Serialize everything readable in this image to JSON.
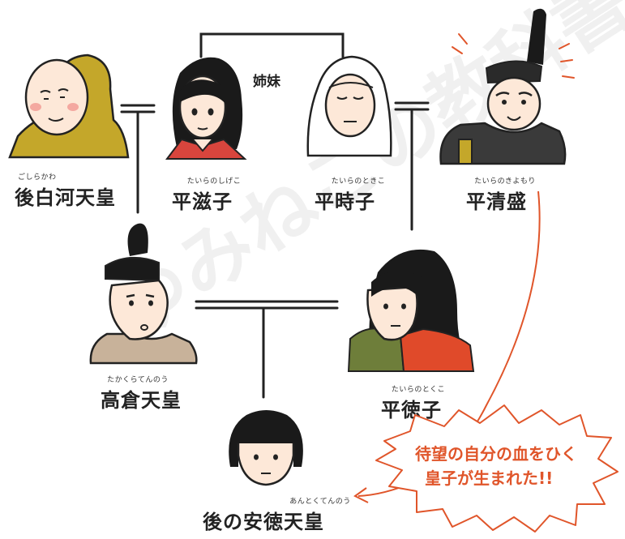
{
  "watermark": "ゆみねこの教科書",
  "sisters_label": "姉妹",
  "speech_bubble": {
    "line1": "待望の自分の血をひく",
    "line2": "皇子が生まれた!!",
    "color": "#e0552a"
  },
  "people": {
    "go_shirakawa": {
      "ruby": "ごしらかわ",
      "name": "後白河天皇"
    },
    "shigeko": {
      "ruby": "たいらのしげこ",
      "name": "平滋子"
    },
    "tokiko": {
      "ruby": "たいらのときこ",
      "name": "平時子"
    },
    "kiyomori": {
      "ruby": "たいらのきよもり",
      "name": "平清盛"
    },
    "takakura": {
      "ruby": "たかくらてんのう",
      "name": "高倉天皇"
    },
    "tokuko": {
      "ruby": "たいらのとくこ",
      "name": "平徳子"
    },
    "antoku": {
      "ruby": "あんとくてんのう",
      "name": "後の安徳天皇"
    }
  },
  "colors": {
    "line": "#222222",
    "skin": "#fde8d8",
    "hair": "#1a1a1a",
    "monk_robe": "#c4a72a",
    "shigeko_robe": "#d8453d",
    "takakura_robe": "#c8b29a",
    "tokuko_robe_green": "#6e7e3a",
    "tokuko_robe_red": "#e04a2a",
    "kiyomori_robe": "#3a3a3a"
  }
}
